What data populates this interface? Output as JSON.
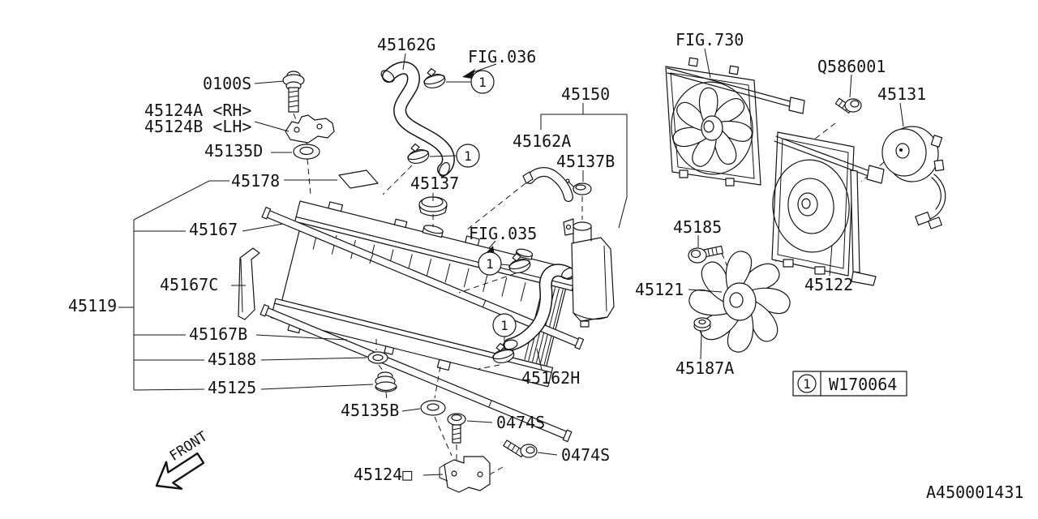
{
  "doc_number": "A450001431",
  "front_label": "FRONT",
  "legend": {
    "symbol": "1",
    "code": "W170064"
  },
  "callout": {
    "symbol": "1"
  },
  "colors": {
    "background": "#ffffff",
    "line_color": "#141414"
  },
  "labels": [
    {
      "text": "0100S"
    },
    {
      "text": "45124A <RH>"
    },
    {
      "text": "45124B <LH>"
    },
    {
      "text": "45135D"
    },
    {
      "text": "45178"
    },
    {
      "text": "45167"
    },
    {
      "text": "45167C"
    },
    {
      "text": "45119"
    },
    {
      "text": "45167B"
    },
    {
      "text": "45188"
    },
    {
      "text": "45125"
    },
    {
      "text": "45135B"
    },
    {
      "text": "45124□"
    },
    {
      "text": "0474S"
    },
    {
      "text": "0474S"
    },
    {
      "text": "45162G"
    },
    {
      "text": "FIG.036"
    },
    {
      "text": "45137"
    },
    {
      "text": "FIG.035"
    },
    {
      "text": "45150"
    },
    {
      "text": "45162A"
    },
    {
      "text": "45137B"
    },
    {
      "text": "45162H"
    },
    {
      "text": "FIG.730"
    },
    {
      "text": "Q586001"
    },
    {
      "text": "45131"
    },
    {
      "text": "45185"
    },
    {
      "text": "45121"
    },
    {
      "text": "45122"
    },
    {
      "text": "45187A"
    }
  ]
}
